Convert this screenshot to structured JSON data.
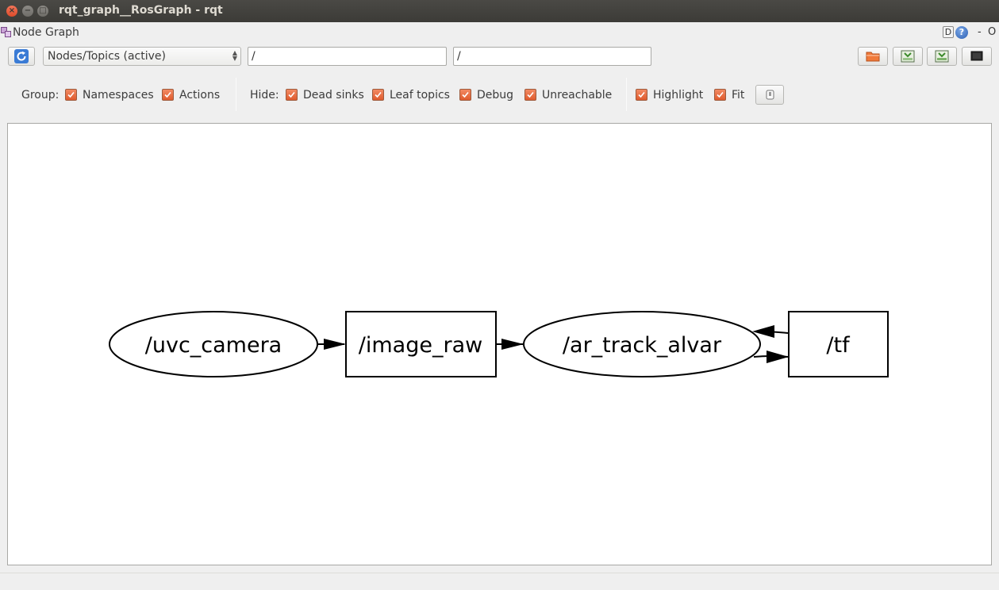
{
  "window": {
    "title": "rqt_graph__RosGraph - rqt",
    "close_glyph": "×",
    "min_glyph": "−",
    "max_glyph": "□"
  },
  "plugin": {
    "title": "Node Graph",
    "d_button": "D",
    "help_button": "?",
    "minimize": "-",
    "float": "O"
  },
  "toolbar": {
    "graph_type": "Nodes/Topics (active)",
    "node_filter": "/",
    "topic_filter": "/"
  },
  "options": {
    "group_label": "Group:",
    "group": [
      {
        "label": "Namespaces",
        "checked": true
      },
      {
        "label": "Actions",
        "checked": true
      }
    ],
    "hide_label": "Hide:",
    "hide": [
      {
        "label": "Dead sinks",
        "checked": true
      },
      {
        "label": "Leaf topics",
        "checked": true
      },
      {
        "label": "Debug",
        "checked": true
      },
      {
        "label": "Unreachable",
        "checked": true
      }
    ],
    "view": [
      {
        "label": "Highlight",
        "checked": true
      },
      {
        "label": "Fit",
        "checked": true
      }
    ]
  },
  "graph": {
    "nodes": [
      {
        "id": "uvc_camera",
        "label": "/uvc_camera",
        "shape": "ellipse"
      },
      {
        "id": "image_raw",
        "label": "/image_raw",
        "shape": "box"
      },
      {
        "id": "ar_track_alvar",
        "label": "/ar_track_alvar",
        "shape": "ellipse"
      },
      {
        "id": "tf",
        "label": "/tf",
        "shape": "box"
      }
    ],
    "edges": [
      {
        "from": "uvc_camera",
        "to": "image_raw"
      },
      {
        "from": "image_raw",
        "to": "ar_track_alvar"
      },
      {
        "from": "ar_track_alvar",
        "to": "tf"
      },
      {
        "from": "tf",
        "to": "ar_track_alvar"
      }
    ]
  },
  "colors": {
    "titlebar": "#3c3b37",
    "checkbox": "#e66b3e",
    "close_button": "#e9562f"
  }
}
